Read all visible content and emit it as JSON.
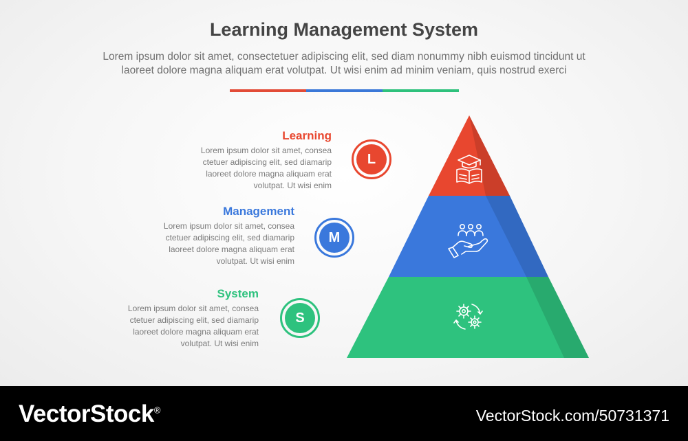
{
  "header": {
    "title": "Learning Management System",
    "subtitle_line1": "Lorem ipsum dolor sit amet, consectetuer adipiscing elit, sed diam nonummy nibh euismod tincidunt ut",
    "subtitle_line2": "laoreet dolore magna aliquam erat volutpat. Ut wisi enim ad minim veniam, quis nostrud exerci"
  },
  "divider_colors": [
    "#e24b37",
    "#3b78d8",
    "#2ec17c"
  ],
  "levels": [
    {
      "title": "Learning",
      "letter": "L",
      "color": "#e8472f",
      "icon": "book-graduation-cap-icon",
      "desc": [
        "Lorem ipsum dolor sit amet, consea",
        "ctetuer adipiscing elit, sed diamarip",
        "laoreet dolore magna aliquam erat",
        "volutpat. Ut wisi enim"
      ]
    },
    {
      "title": "Management",
      "letter": "M",
      "color": "#3a78dc",
      "icon": "hand-holding-people-icon",
      "desc": [
        "Lorem ipsum dolor sit amet, consea",
        "ctetuer adipiscing elit, sed diamarip",
        "laoreet dolore magna aliquam erat",
        "volutpat. Ut wisi enim"
      ]
    },
    {
      "title": "System",
      "letter": "S",
      "color": "#2ec27e",
      "icon": "gears-cycle-icon",
      "desc": [
        "Lorem ipsum dolor sit amet, consea",
        "ctetuer adipiscing elit, sed diamarip",
        "laoreet dolore magna aliquam erat",
        "volutpat. Ut wisi enim"
      ]
    }
  ],
  "footer": {
    "brand": "VectorStock",
    "brand_mark": "®",
    "url": "VectorStock.com/50731371"
  }
}
